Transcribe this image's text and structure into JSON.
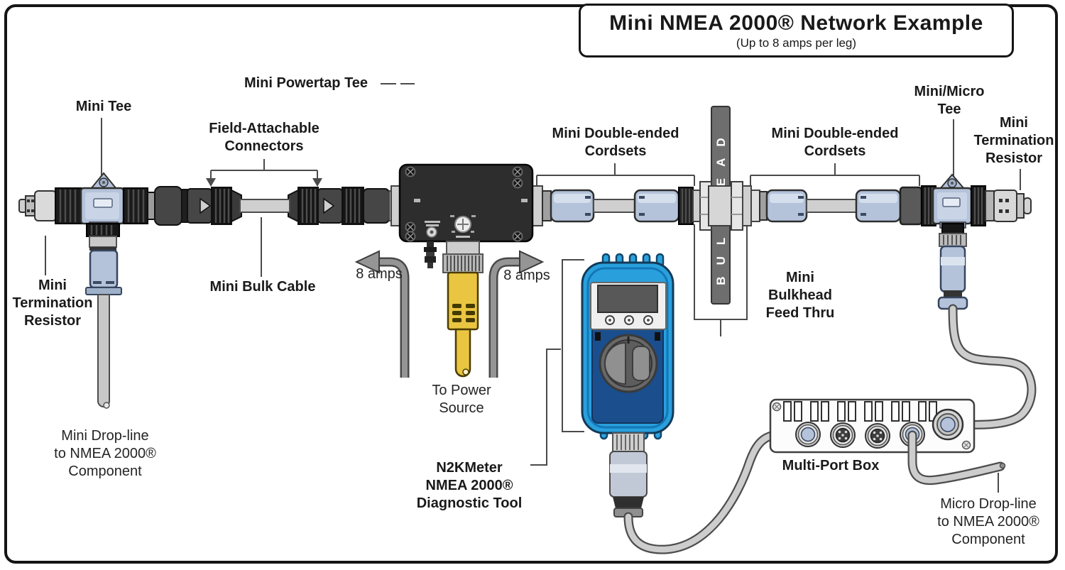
{
  "title": {
    "text": "Mini NMEA 2000® Network Example",
    "subtitle": "(Up to 8 amps per leg)"
  },
  "labels": {
    "mini_tee": "Mini Tee",
    "mini_powertap_tee": "Mini Powertap Tee",
    "field_attachable_1": "Field-Attachable",
    "field_attachable_2": "Connectors",
    "cordsets_1": "Mini Double-ended",
    "cordsets_2": "Cordsets",
    "mini_micro_tee_1": "Mini/Micro",
    "mini_micro_tee_2": "Tee",
    "term_resistor_1": "Mini",
    "term_resistor_2": "Termination",
    "term_resistor_3": "Resistor",
    "mini_bulk_cable": "Mini Bulk Cable",
    "amps_left": "8 amps",
    "amps_right": "8 amps",
    "to_power_1": "To Power",
    "to_power_2": "Source",
    "mini_dropline_1": "Mini Drop-line",
    "mini_dropline_2": "to NMEA 2000®",
    "mini_dropline_3": "Component",
    "n2kmeter_1": "N2KMeter",
    "n2kmeter_2": "NMEA 2000®",
    "n2kmeter_3": "Diagnostic Tool",
    "bulkhead": "BULKHEAD",
    "feed_thru_1": "Mini",
    "feed_thru_2": "Bulkhead",
    "feed_thru_3": "Feed Thru",
    "multi_port_box": "Multi-Port Box",
    "micro_dropline_1": "Micro Drop-line",
    "micro_dropline_2": "to NMEA 2000®",
    "micro_dropline_3": "Component"
  },
  "colors": {
    "connector_blue": "#b4c3da",
    "cable_gray": "#cdcdcd",
    "power_yellow": "#e9c542",
    "meter_blue": "#29a0dc",
    "meter_navy": "#1b4e8c",
    "powertap_black": "#2d2d2d",
    "bulkhead_gray": "#6e6e6e"
  }
}
